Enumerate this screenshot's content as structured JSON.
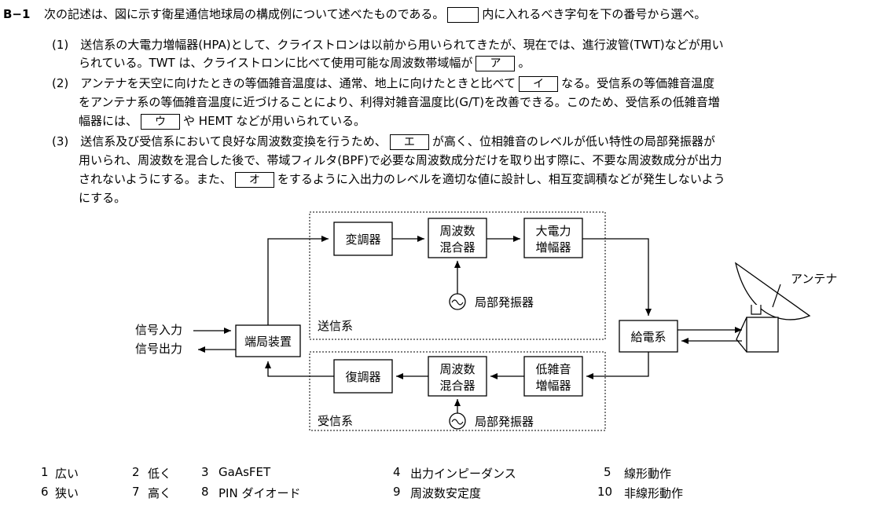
{
  "problem": {
    "id": "B−1",
    "intro_a": "次の記述は、図に示す衛星通信地球局の構成例について述べたものである。",
    "intro_b": "内に入れるべき字句を下の番号から選べ。"
  },
  "paragraphs": {
    "p1_l1": "(1)　送信系の大電力増幅器(HPA)として、クライストロンは以前から用いられてきたが、現在では、進行波管(TWT)などが用い",
    "p1_l2a": "られている。TWT は、クライストロンに比べて使用可能な周波数帯域幅が",
    "p1_l2b": "。",
    "p2_l1a": "(2)　アンテナを天空に向けたときの等価雑音温度は、通常、地上に向けたときと比べて",
    "p2_l1b": "なる。受信系の等価雑音温度",
    "p2_l2": "をアンテナ系の等価雑音温度に近づけることにより、利得対雑音温度比(G/T)を改善できる。このため、受信系の低雑音増",
    "p2_l3a": "幅器には、",
    "p2_l3b": "や HEMT などが用いられている。",
    "p3_l1a": "(3)　送信系及び受信系において良好な周波数変換を行うため、",
    "p3_l1b": "が高く、位相雑音のレベルが低い特性の局部発振器が",
    "p3_l2": "用いられ、周波数を混合した後で、帯域フィルタ(BPF)で必要な周波数成分だけを取り出す際に、不要な周波数成分が出力",
    "p3_l3a": "されないようにする。また、",
    "p3_l3b": "をするように入出力のレベルを適切な値に設計し、相互変調積などが発生しないよう",
    "p3_l4": "にする。"
  },
  "blanks": {
    "a": "ア",
    "i": "イ",
    "u": "ウ",
    "e": "エ",
    "o": "オ"
  },
  "diagram": {
    "modulator": "変調器",
    "tx_mixer_1": "周波数",
    "tx_mixer_2": "混合器",
    "hpa_1": "大電力",
    "hpa_2": "増幅器",
    "antenna": "アンテナ",
    "signal_in": "信号入力",
    "signal_out": "信号出力",
    "terminal": "端局装置",
    "tx_group": "送信系",
    "local_osc_tx": "局部発振器",
    "feed": "給電系",
    "demodulator": "復調器",
    "rx_mixer_1": "周波数",
    "rx_mixer_2": "混合器",
    "lna_1": "低雑音",
    "lna_2": "増幅器",
    "rx_group": "受信系",
    "local_osc_rx": "局部発振器"
  },
  "choices": [
    {
      "num": "1",
      "text": "広い"
    },
    {
      "num": "2",
      "text": "低く"
    },
    {
      "num": "3",
      "text": "GaAsFET"
    },
    {
      "num": "4",
      "text": "出力インピーダンス"
    },
    {
      "num": "5",
      "text": "線形動作"
    },
    {
      "num": "6",
      "text": "狭い"
    },
    {
      "num": "7",
      "text": "高く"
    },
    {
      "num": "8",
      "text": "PIN ダイオード"
    },
    {
      "num": "9",
      "text": "周波数安定度"
    },
    {
      "num": "10",
      "text": "非線形動作"
    }
  ]
}
